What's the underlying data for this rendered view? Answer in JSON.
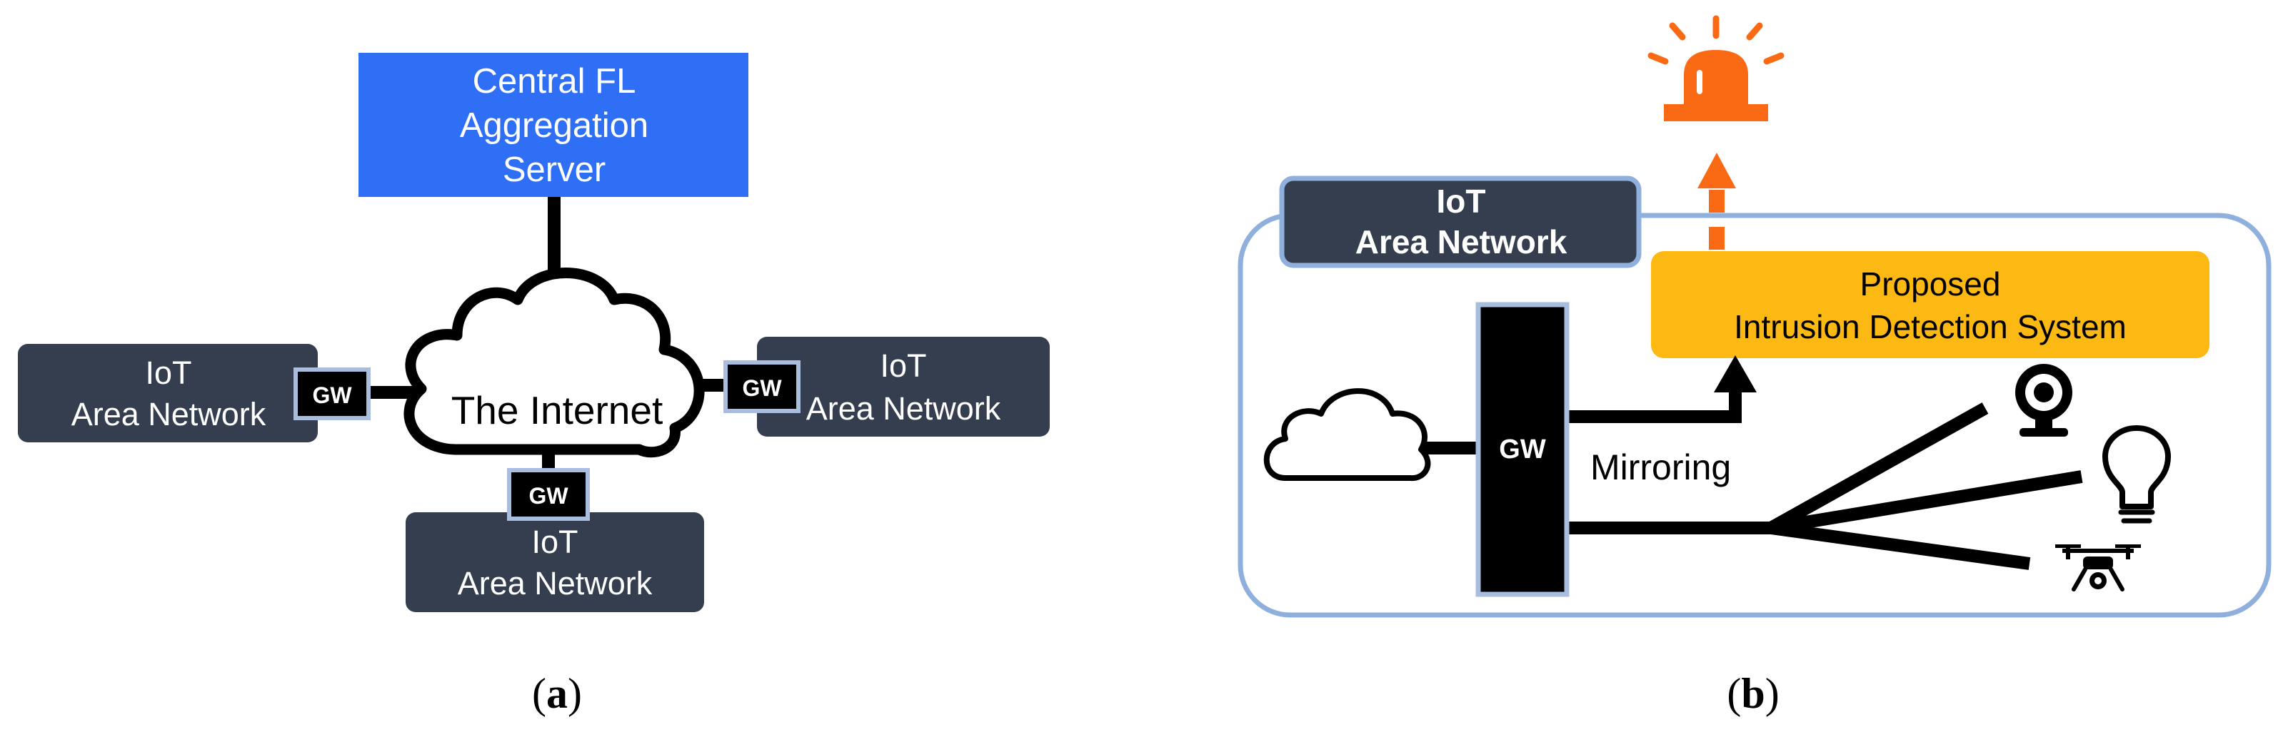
{
  "colors": {
    "server_blue": "#2f6ff5",
    "iot_dark": "#353e4f",
    "gw_black": "#000000",
    "gw_border": "#a9bede",
    "ids_yellow": "#fdb913",
    "alert_orange": "#fa6a14",
    "area_border": "#8fb0dc",
    "line_black": "#000000"
  },
  "panel_a": {
    "server": {
      "line1": "Central FL",
      "line2": "Aggregation",
      "line3": "Server"
    },
    "cloud_label": "The Internet",
    "iot_left": {
      "line1": "IoT",
      "line2": "Area Network"
    },
    "iot_right": {
      "line1": "IoT",
      "line2": "Area Network"
    },
    "iot_bottom": {
      "line1": "IoT",
      "line2": "Area Network"
    },
    "gw_label": "GW",
    "caption_letter": "a"
  },
  "panel_b": {
    "area_title": {
      "line1": "IoT",
      "line2": "Area Network"
    },
    "ids": {
      "line1": "Proposed",
      "line2": "Intrusion Detection System"
    },
    "gw_label": "GW",
    "mirroring_label": "Mirroring",
    "icons": [
      "siren-icon",
      "cloud-icon",
      "webcam-icon",
      "lightbulb-icon",
      "drone-icon"
    ],
    "caption_letter": "b"
  }
}
